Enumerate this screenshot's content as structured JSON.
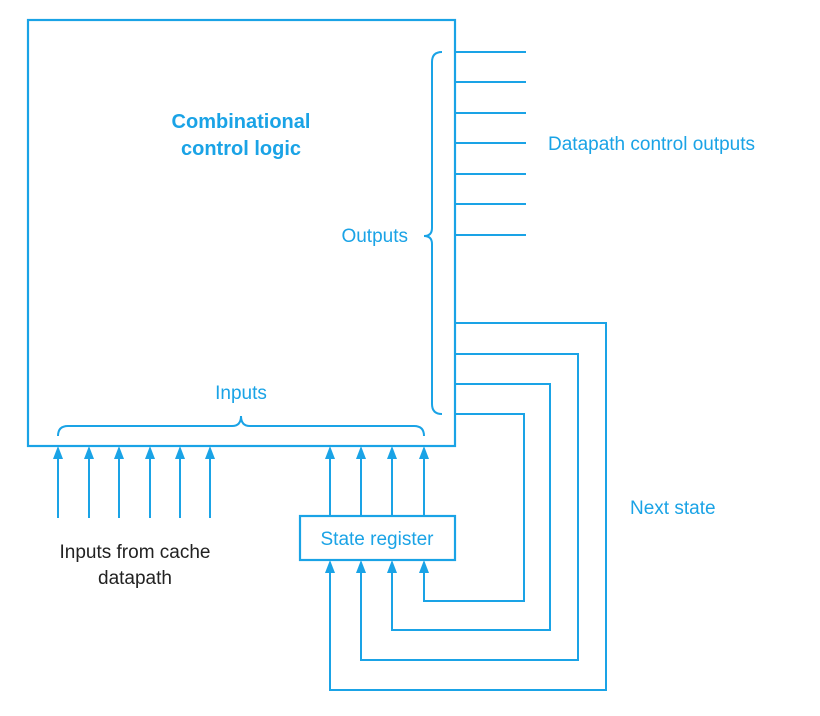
{
  "diagram": {
    "block_title_line1": "Combinational",
    "block_title_line2": "control logic",
    "outputs_label": "Outputs",
    "inputs_label": "Inputs",
    "datapath_label": "Datapath control outputs",
    "next_state_label": "Next state",
    "state_register_label": "State register",
    "cache_inputs_line1": "Inputs from cache",
    "cache_inputs_line2": "datapath",
    "colors": {
      "accent": "#1aa3e6",
      "text": "#222222",
      "background": "#ffffff"
    }
  }
}
